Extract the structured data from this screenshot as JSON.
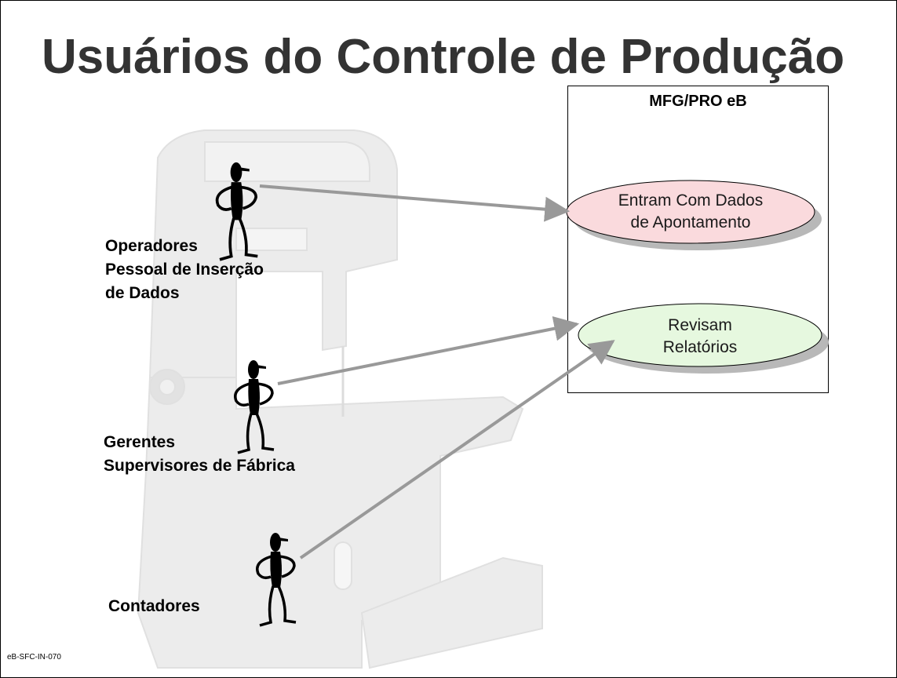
{
  "slide": {
    "title": "Usuários do Controle de Produção",
    "footer_code": "eB-SFC-IN-070"
  },
  "system": {
    "label": "MFG/PRO eB"
  },
  "use_cases": [
    {
      "id": "entram",
      "lines": [
        "Entram Com Dados",
        "de Apontamento"
      ],
      "fill": "#fadadd"
    },
    {
      "id": "revisam",
      "lines": [
        "Revisam",
        "Relatórios"
      ],
      "fill": "#e6f8df"
    }
  ],
  "actors": [
    {
      "id": "operadores",
      "lines": [
        "Operadores",
        "Pessoal de Inserção",
        "de Dados"
      ],
      "connects_to": "entram"
    },
    {
      "id": "gerentes",
      "lines": [
        "Gerentes",
        "Supervisores de Fábrica"
      ],
      "connects_to": "revisam"
    },
    {
      "id": "contadores",
      "lines": [
        "Contadores"
      ],
      "connects_to": "revisam"
    }
  ],
  "colors": {
    "arrow": "#999999",
    "title": "#333333",
    "background_illustration": "#ececec"
  },
  "icons": {
    "actor": "stick-figure-worker-icon",
    "background": "band-saw-illustration"
  }
}
